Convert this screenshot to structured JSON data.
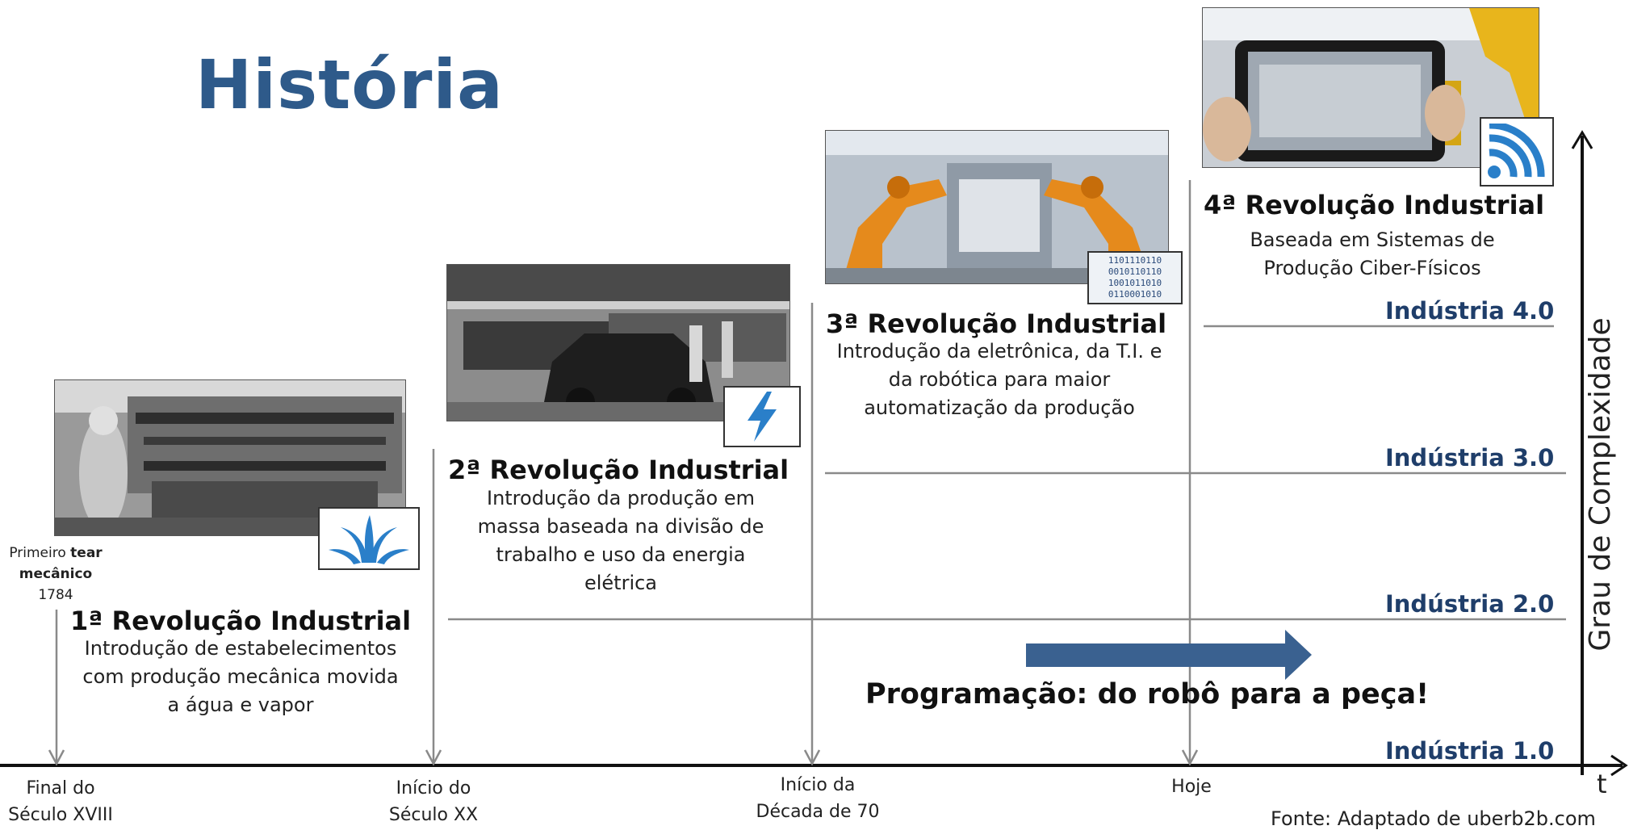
{
  "title": "História",
  "revolutions": [
    {
      "title": "1ª Revolução Industrial",
      "description": "Introdução de estabelecimentos com produção mecânica movida a água e vapor",
      "icon": "water-splash-icon"
    },
    {
      "title": "2ª Revolução Industrial",
      "description": "Introdução da produção em massa baseada na divisão de trabalho e uso da energia elétrica",
      "icon": "lightning-icon"
    },
    {
      "title": "3ª Revolução Industrial",
      "description": "Introdução da eletrônica, da T.I. e da robótica para maior automatização da produção",
      "icon": "binary-code-icon"
    },
    {
      "title": "4ª Revolução Industrial",
      "description": "Baseada em Sistemas de Produção Ciber-Físicos",
      "icon": "wireless-signal-icon"
    }
  ],
  "first_loom": {
    "prefix": "Primeiro ",
    "bold": "tear mecânico",
    "year": "1784"
  },
  "binary_text": [
    "1101110110",
    "0010110110",
    "1001011010",
    "0110001010"
  ],
  "industries": [
    "Indústria 1.0",
    "Indústria 2.0",
    "Indústria 3.0",
    "Indústria 4.0"
  ],
  "time_labels": [
    {
      "line1": "Final do",
      "line2": "Século XVIII"
    },
    {
      "line1": "Início do",
      "line2": "Século XX"
    },
    {
      "line1": "Início da",
      "line2": "Década de 70"
    },
    {
      "line1": "Hoje",
      "line2": ""
    }
  ],
  "y_axis_label": "Grau de Complexidade",
  "x_axis_label": "t",
  "programming_note": "Programação: do robô para a peça!",
  "source": "Fonte: Adaptado de uberb2b.com",
  "colors": {
    "title": "#2E5A8A",
    "industry_label": "#1F3E6A",
    "arrow": "#3A6190",
    "icon_blue": "#2A7FC9"
  }
}
